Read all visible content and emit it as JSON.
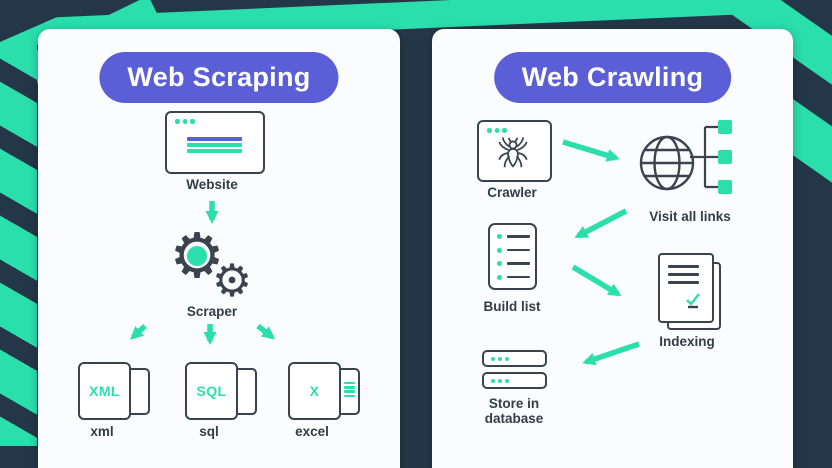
{
  "colors": {
    "background_navy": "#243748",
    "accent_teal": "#2ADFAC",
    "badge_purple": "#5A5FD8",
    "ink_dark": "#333C47",
    "panel_white": "#FBFCFE"
  },
  "icons": {
    "gear_glyph": "⚙"
  },
  "scraping": {
    "title": "Web Scraping",
    "nodes": [
      {
        "id": "website",
        "label": "Website"
      },
      {
        "id": "scraper",
        "label": "Scraper"
      },
      {
        "id": "xml-file",
        "label": "xml",
        "file_text": "XML"
      },
      {
        "id": "sql-file",
        "label": "sql",
        "file_text": "SQL"
      },
      {
        "id": "excel-file",
        "label": "excel",
        "file_text": "X"
      }
    ]
  },
  "crawling": {
    "title": "Web Crawling",
    "nodes": [
      {
        "id": "crawler",
        "label": "Crawler"
      },
      {
        "id": "visit-all-links",
        "label": "Visit all links"
      },
      {
        "id": "build-list",
        "label": "Build list"
      },
      {
        "id": "indexing",
        "label": "Indexing"
      },
      {
        "id": "store-in-database",
        "label_lines": [
          "Store in",
          "database"
        ]
      }
    ]
  }
}
